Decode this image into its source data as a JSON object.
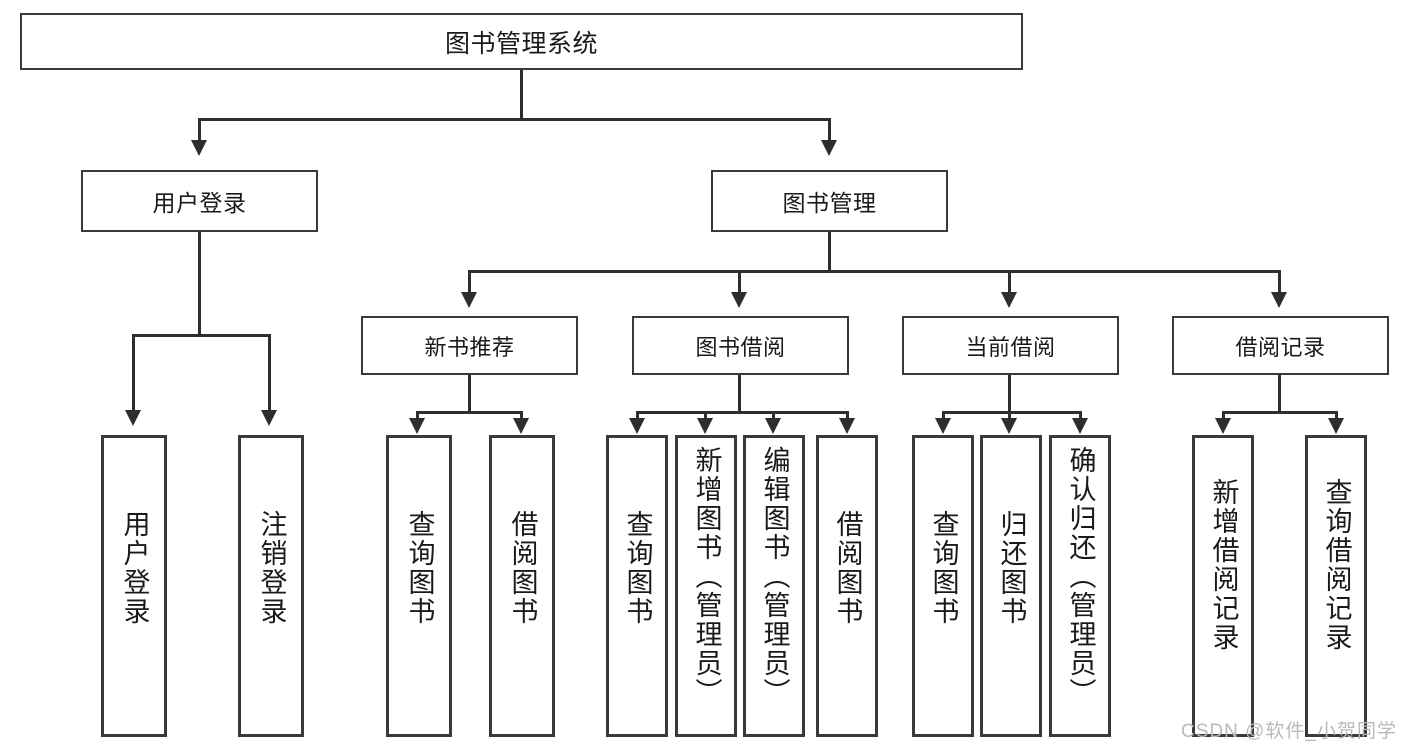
{
  "diagram": {
    "title": "图书管理系统",
    "type": "tree-hierarchy-chart",
    "watermark": "CSDN @软件_小贺同学",
    "accent_color": "#3a3a3a",
    "background_color": "#ffffff",
    "root": {
      "label": "图书管理系统"
    },
    "level1": [
      {
        "label": "用户登录"
      },
      {
        "label": "图书管理"
      }
    ],
    "level2": [
      {
        "label": "新书推荐"
      },
      {
        "label": "图书借阅"
      },
      {
        "label": "当前借阅"
      },
      {
        "label": "借阅记录"
      }
    ],
    "leaves": [
      {
        "label": "用户登录",
        "parent": "用户登录"
      },
      {
        "label": "注销登录",
        "parent": "用户登录"
      },
      {
        "label": "查询图书",
        "parent": "新书推荐"
      },
      {
        "label": "借阅图书",
        "parent": "新书推荐"
      },
      {
        "label": "查询图书",
        "parent": "图书借阅"
      },
      {
        "label": "新增图书（管理员）",
        "parent": "图书借阅"
      },
      {
        "label": "编辑图书（管理员）",
        "parent": "图书借阅"
      },
      {
        "label": "借阅图书",
        "parent": "图书借阅"
      },
      {
        "label": "查询图书",
        "parent": "当前借阅"
      },
      {
        "label": "归还图书",
        "parent": "当前借阅"
      },
      {
        "label": "确认归还（管理员）",
        "parent": "当前借阅"
      },
      {
        "label": "新增借阅记录",
        "parent": "借阅记录"
      },
      {
        "label": "查询借阅记录",
        "parent": "借阅记录"
      }
    ]
  }
}
